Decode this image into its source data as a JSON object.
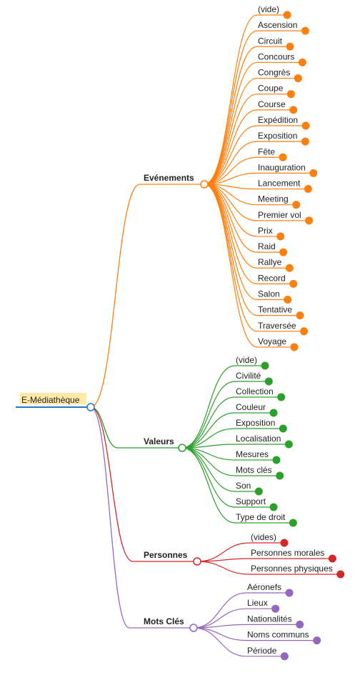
{
  "root": {
    "label": "E-Médiathèque",
    "color": "#1f78c8",
    "highlight": "#ffe9a8"
  },
  "branches": [
    {
      "key": "evenements",
      "label": "Evénements",
      "color": "#ff7f0e",
      "children": [
        "(vide)",
        "Ascension",
        "Circuit",
        "Concours",
        "Congrès",
        "Coupe",
        "Course",
        "Expédition",
        "Exposition",
        "Fête",
        "Inauguration",
        "Lancement",
        "Meeting",
        "Premier vol",
        "Prix",
        "Raid",
        "Rallye",
        "Record",
        "Salon",
        "Tentative",
        "Traversée",
        "Voyage"
      ]
    },
    {
      "key": "valeurs",
      "label": "Valeurs",
      "color": "#2ca02c",
      "children": [
        "(vide)",
        "Civilité",
        "Collection",
        "Couleur",
        "Exposition",
        "Localisation",
        "Mesures",
        "Mots clés",
        "Son",
        "Support",
        "Type de droit"
      ]
    },
    {
      "key": "personnes",
      "label": "Personnes",
      "color": "#d62728",
      "children": [
        "(vides)",
        "Personnes morales",
        "Personnes physiques"
      ]
    },
    {
      "key": "mots-cles",
      "label": "Mots Clés",
      "color": "#9467bd",
      "children": [
        "Aéronefs",
        "Lieux",
        "Nationalités",
        "Noms communs",
        "Période"
      ]
    }
  ]
}
